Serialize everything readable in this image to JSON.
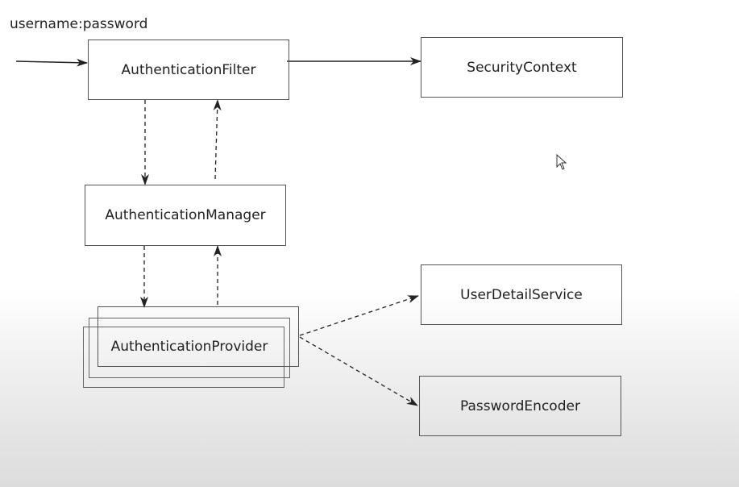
{
  "input_label": "username:password",
  "nodes": {
    "authentication_filter": "AuthenticationFilter",
    "security_context": "SecurityContext",
    "authentication_manager": "AuthenticationManager",
    "authentication_provider": "AuthenticationProvider",
    "user_detail_service": "UserDetailService",
    "password_encoder": "PasswordEncoder"
  },
  "colors": {
    "line": "#222222",
    "box_border": "#555555",
    "text": "#222222"
  },
  "cursor_icon": "mouse-pointer-icon"
}
